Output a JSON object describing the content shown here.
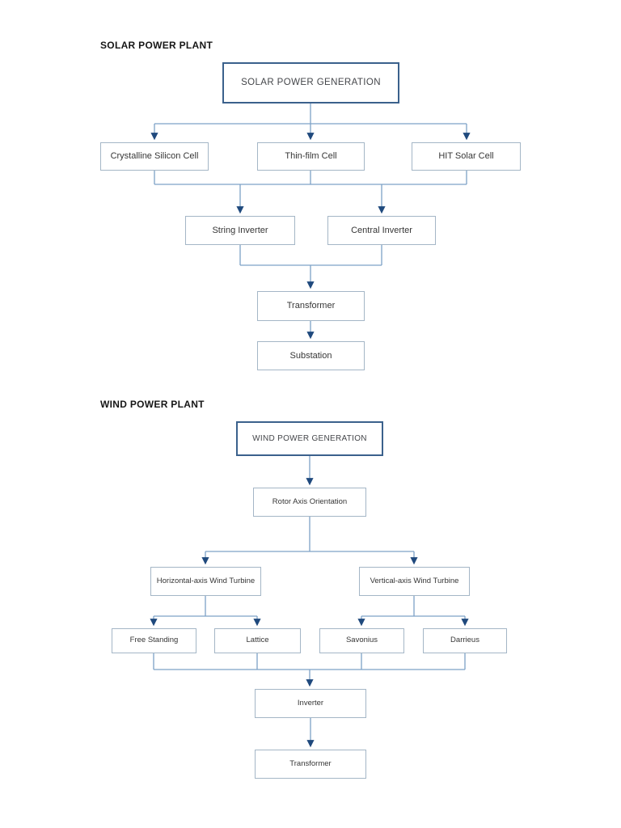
{
  "solar_section": {
    "heading": "SOLAR POWER PLANT",
    "root": "SOLAR POWER GENERATION",
    "cell_types": [
      "Crystalline Silicon Cell",
      "Thin-film Cell",
      "HIT Solar Cell"
    ],
    "inverter_types": [
      "String Inverter",
      "Central Inverter"
    ],
    "transformer": "Transformer",
    "substation": "Substation"
  },
  "wind_section": {
    "heading": "WIND POWER PLANT",
    "root": "WIND POWER GENERATION",
    "rotor_axis": "Rotor Axis Orientation",
    "turbine_types": [
      "Horizontal-axis Wind Turbine",
      "Vertical-axis Wind Turbine"
    ],
    "hawt_tower_types": [
      "Free Standing",
      "Lattice"
    ],
    "vawt_rotor_types": [
      "Savonius",
      "Darrieus"
    ],
    "inverter": "Inverter",
    "transformer": "Transformer"
  },
  "colors": {
    "connector_line": "#7da2c6",
    "arrowhead": "#1f497d",
    "node_border": "#a4b6c6",
    "root_node_border": "#3b618c",
    "heading_text": "#161616",
    "node_text": "#363636",
    "page_background": "#ffffff"
  }
}
